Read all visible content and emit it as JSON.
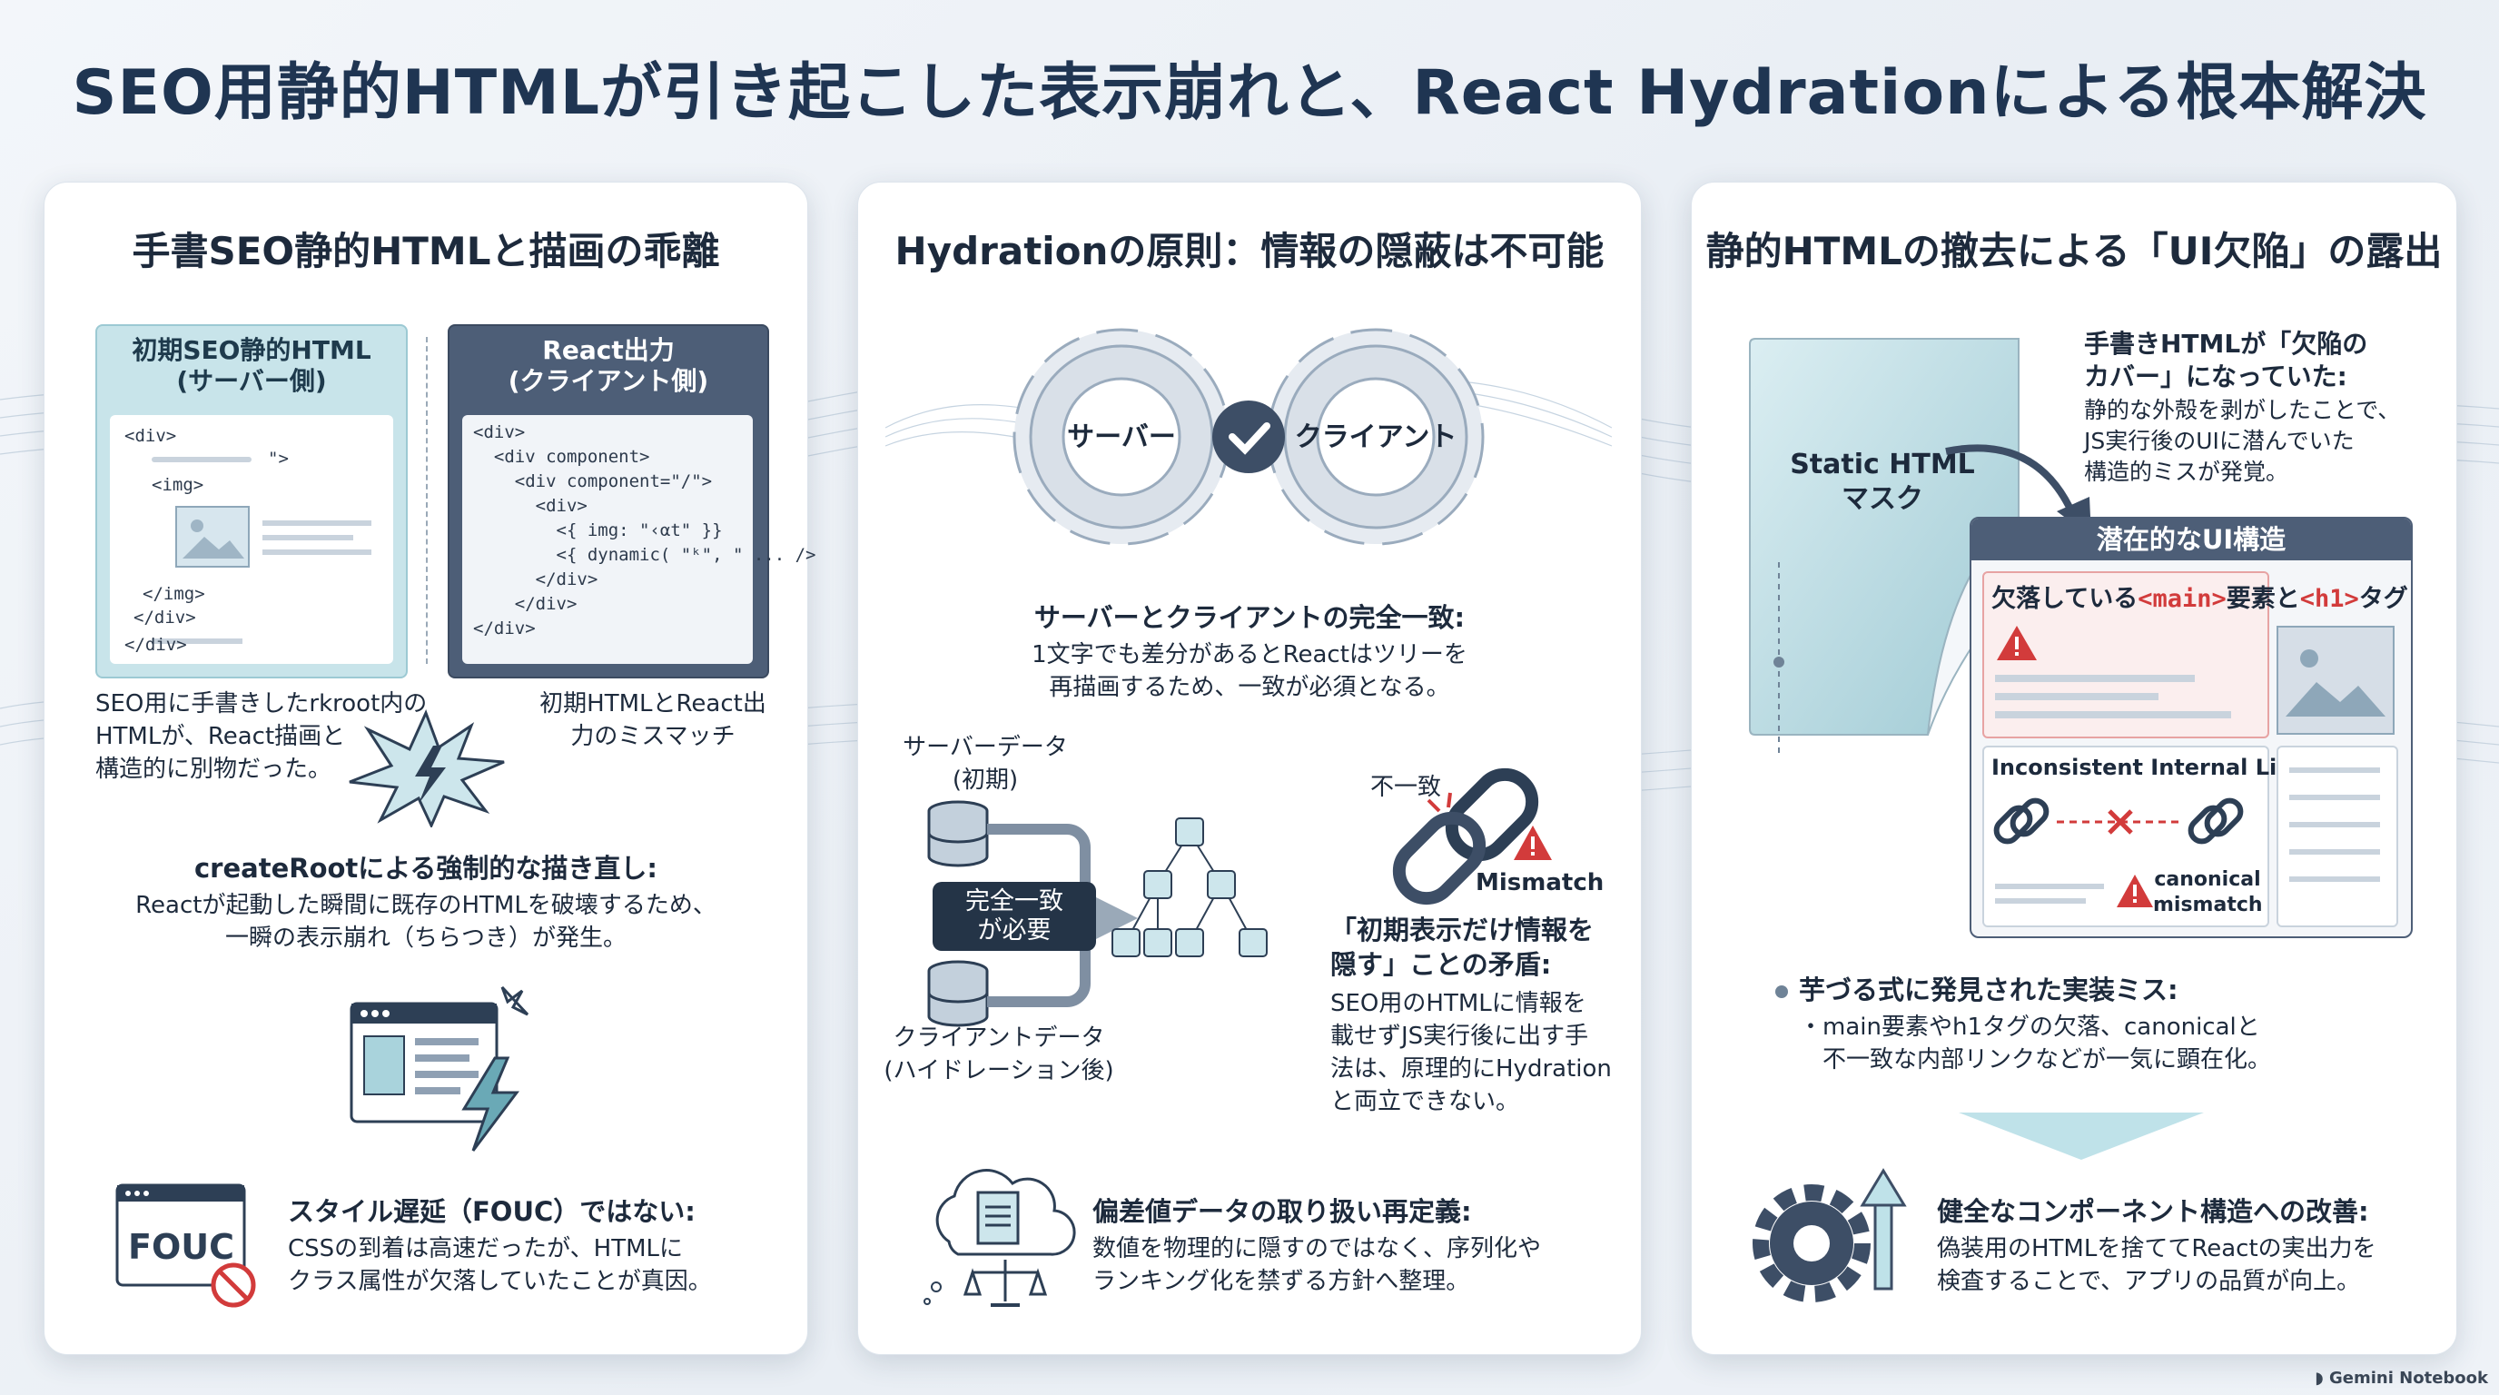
{
  "title": "SEO用静的HTMLが引き起こした表示崩れと、React Hydrationによる根本解決",
  "footer": "Gemini Notebook",
  "colors": {
    "accent": "#6aa9b6",
    "dark": "#243447",
    "warning": "#d23b3b",
    "light_teal": "#cfe6ec"
  },
  "panel1": {
    "title": "手書SEO静的HTMLと描画の乖離",
    "left_box": {
      "title_line1": "初期SEO静的HTML",
      "title_line2": "(サーバー側)",
      "code": [
        "<div>",
        "\">",
        "<img>",
        "</img>",
        "</div>",
        "</div>"
      ]
    },
    "right_box": {
      "title_line1": "React出力",
      "title_line2": "(クライアント側)",
      "code": [
        "<div>",
        "  <div component>",
        "    <div component=\"/\">",
        "      <div>",
        "        <{ img: \"‹αt\" }}",
        "        <{ dynamic( \"ᵏ\", \" ... />",
        "      </div>",
        "    </div>",
        "</div>"
      ]
    },
    "caption_left": [
      "SEO用に手書きしたrkroot内の",
      "HTMLが、React描画と",
      "構造的に別物だった。"
    ],
    "caption_right": [
      "初期HTMLとReact出",
      "力のミスマッチ"
    ],
    "section2_title": "createRootによる強制的な描き直し:",
    "section2_body": [
      "Reactが起動した瞬間に既存のHTMLを破壊するため、",
      "一瞬の表示崩れ（ちらつき）が発生。"
    ],
    "fouc_label": "FOUC",
    "section3_title": "スタイル遅延（FOUC）ではない:",
    "section3_body": [
      "CSSの到着は高速だったが、HTMLに",
      "クラス属性が欠落していたことが真因。"
    ],
    "icons": [
      "code-icon",
      "image-icon",
      "burst-icon",
      "browser-window-icon",
      "lightning-icon",
      "no-entry-icon"
    ]
  },
  "panel2": {
    "title": "Hydrationの原則：情報の隠蔽は不可能",
    "gear_left": "サーバー",
    "gear_right": "クライアント",
    "match_title": "サーバーとクライアントの完全一致:",
    "match_body": [
      "1文字でも差分があるとReactはツリーを",
      "再描画するため、一致が必須となる。"
    ],
    "server_data": [
      "サーバーデータ",
      "(初期)"
    ],
    "client_data": [
      "クライアントデータ",
      "(ハイドレーション後)"
    ],
    "must_match": [
      "完全一致",
      "が必要"
    ],
    "mismatch_top": "不一致",
    "mismatch_label": "Mismatch",
    "contradiction_title": [
      "「初期表示だけ情報を",
      "隠す」ことの矛盾:"
    ],
    "contradiction_body": [
      "SEO用のHTMLに情報を",
      "載せずJS実行後に出す手",
      "法は、原理的にHydration",
      "と両立できない。"
    ],
    "redefine_title": "偏差値データの取り扱い再定義:",
    "redefine_body": [
      "数値を物理的に隠すのではなく、序列化や",
      "ランキング化を禁ずる方針へ整理。"
    ],
    "icons": [
      "gear-icon",
      "check-icon",
      "database-icon",
      "tree-icon",
      "broken-chain-icon",
      "warning-icon",
      "document-icon",
      "scale-icon"
    ]
  },
  "panel3": {
    "title": "静的HTMLの撤去による「UI欠陥」の露出",
    "mask_label": [
      "Static HTML",
      "マスク"
    ],
    "cover_title": [
      "手書きHTMLが「欠陥の",
      "カバー」になっていた:"
    ],
    "cover_body": [
      "静的な外殻を剥がしたことで、",
      "JS実行後のUIに潜んでいた",
      "構造的ミスが発覚。"
    ],
    "latent_header": "潜在的なUI構造",
    "missing_prefix": "欠落している",
    "missing_main": "<main>",
    "missing_mid": "要素と",
    "missing_h1": "<h1>",
    "missing_suffix": "タグ",
    "links_title": "Inconsistent Internal Links",
    "canonical_label": [
      "canonical",
      "mismatch"
    ],
    "found_title": "芋づる式に発見された実装ミス:",
    "found_body": [
      "・main要素やh1タグの欠落、canonicalと",
      "　不一致な内部リンクなどが一気に顕在化。"
    ],
    "improve_title": "健全なコンポーネント構造への改善:",
    "improve_body": [
      "偽装用のHTMLを捨ててReactの実出力を",
      "検査することで、アプリの品質が向上。"
    ],
    "icons": [
      "peel-page-icon",
      "curved-arrow-icon",
      "warning-icon",
      "image-icon",
      "link-icon",
      "cross-icon",
      "down-chevron-icon",
      "gear-icon",
      "up-arrow-icon"
    ]
  }
}
